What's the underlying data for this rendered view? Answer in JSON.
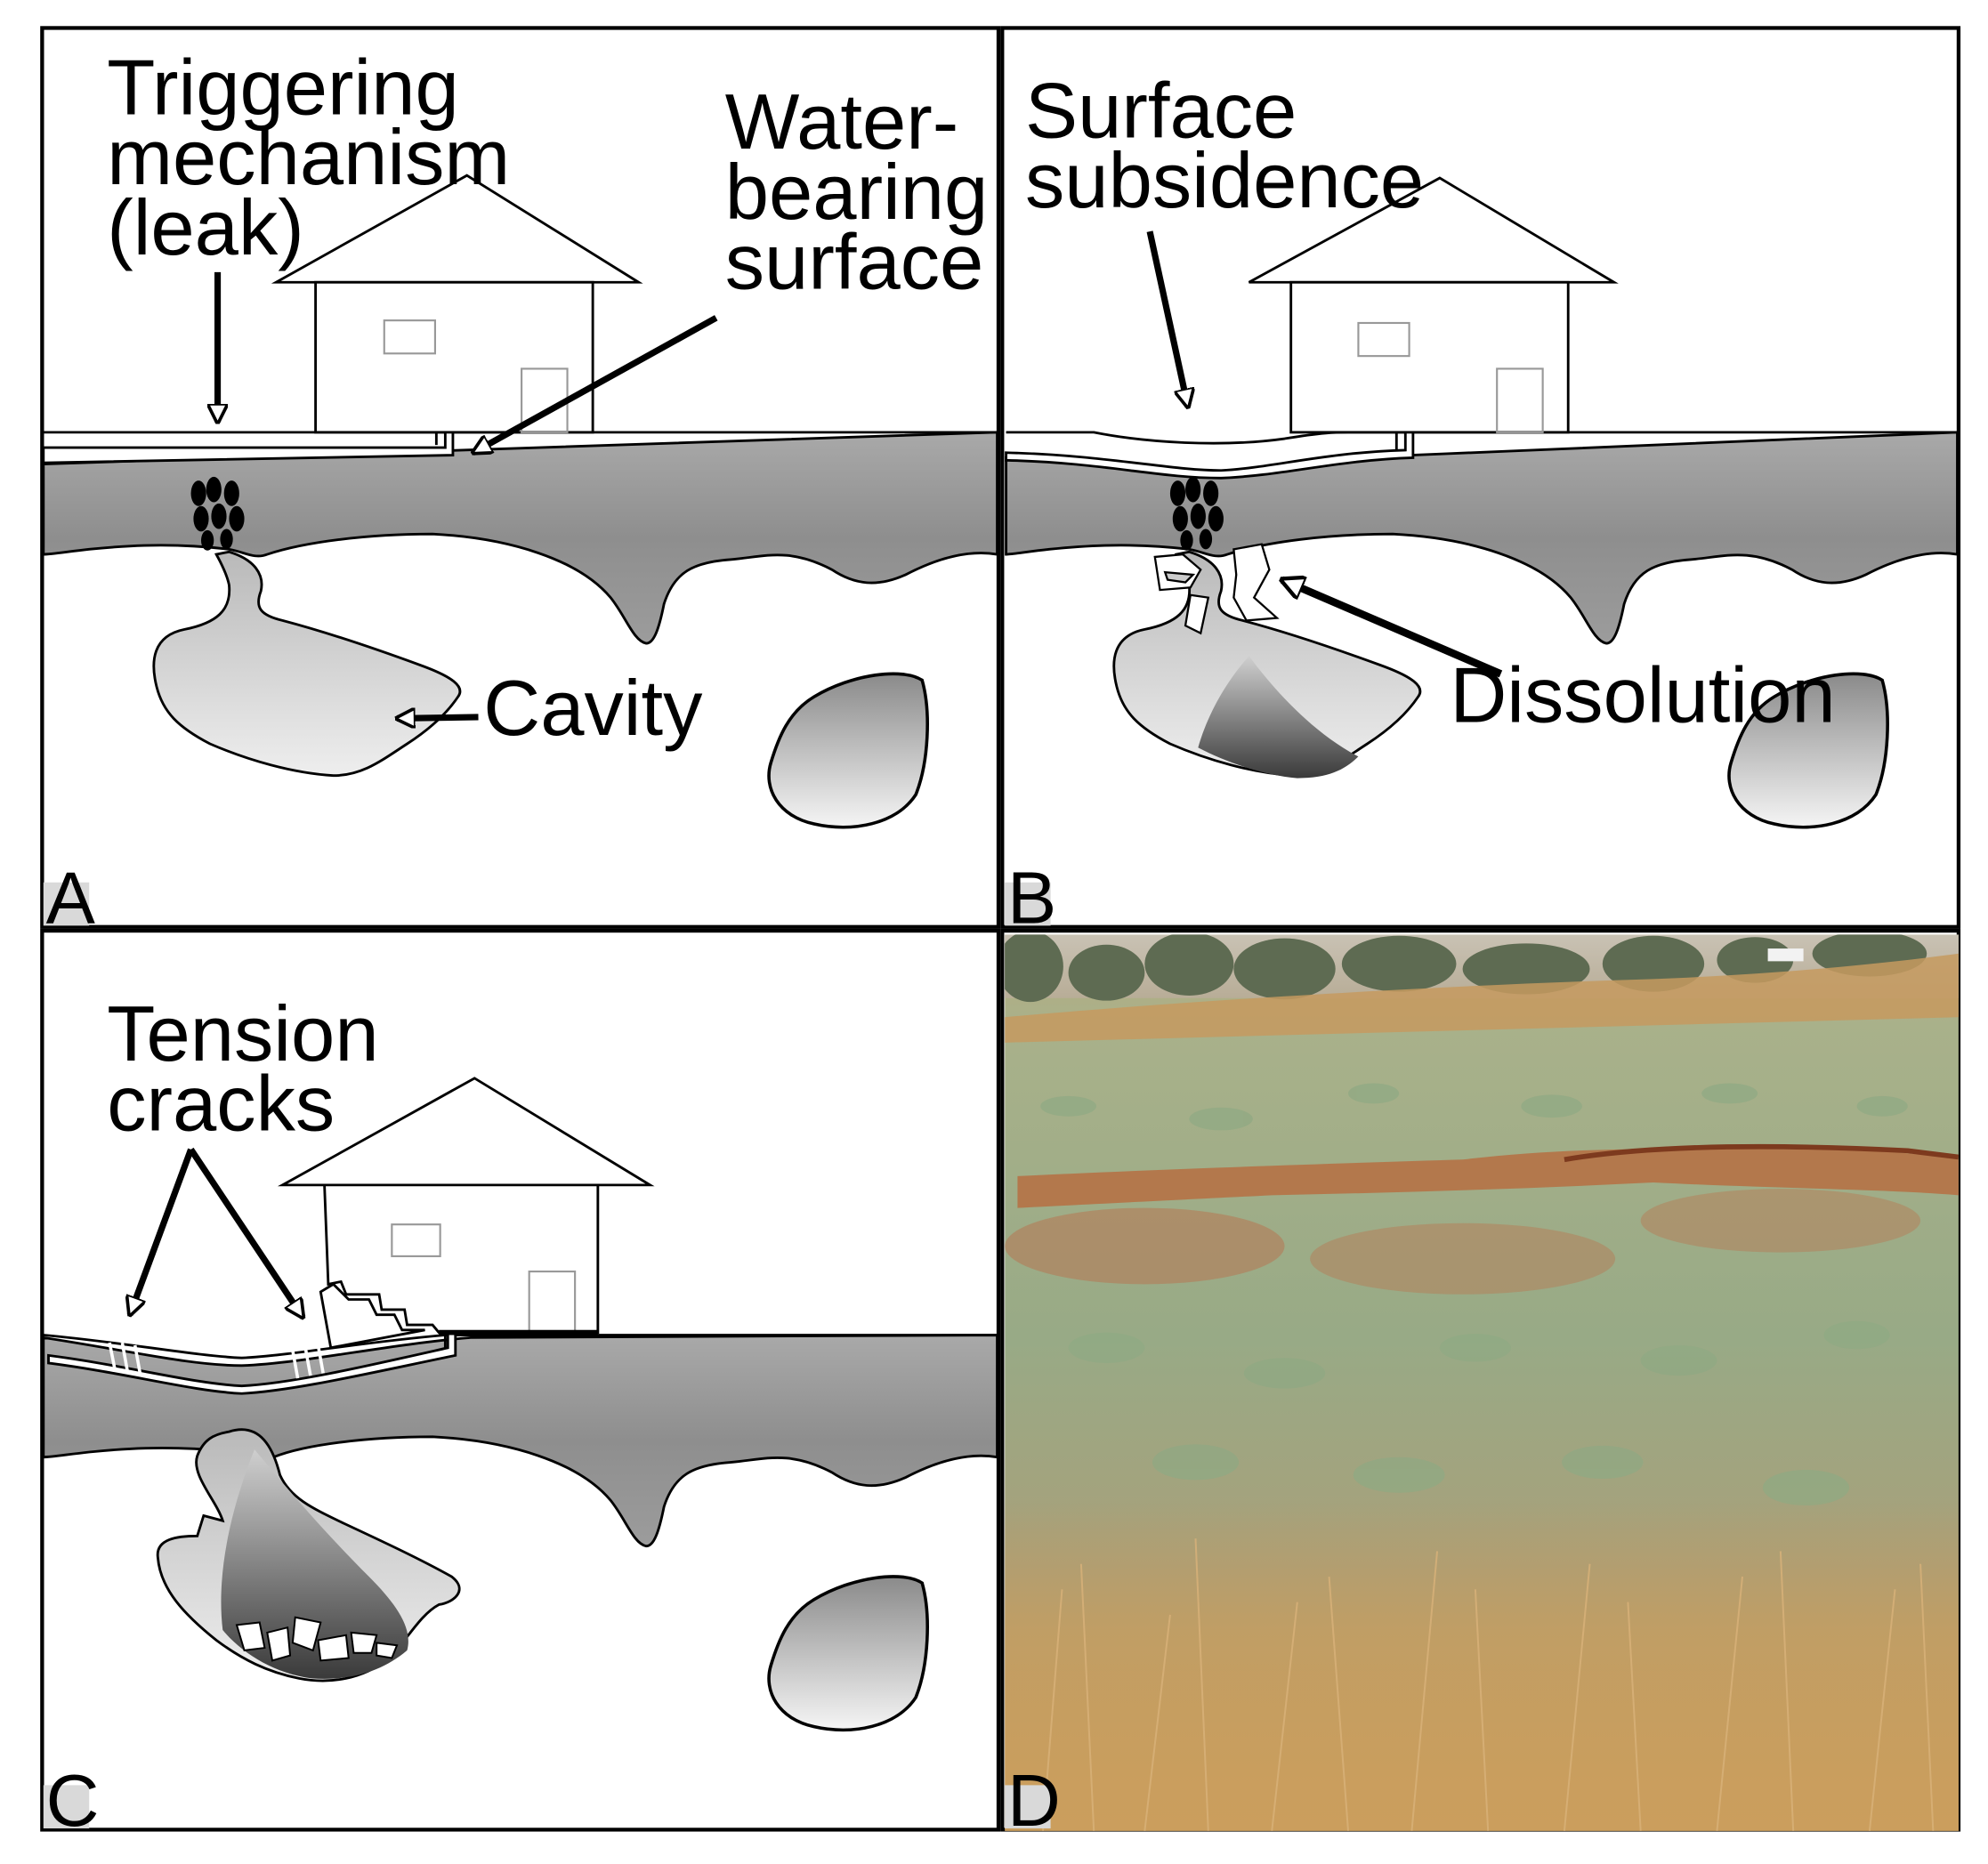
{
  "panels": [
    {
      "letter": "A",
      "labels": {
        "trigger_1": "Triggering",
        "trigger_2": "mechanism",
        "trigger_3": "(leak)",
        "water_1": "Water-",
        "water_2": "bearing",
        "water_3": "surface",
        "cavity": "Cavity"
      }
    },
    {
      "letter": "B",
      "labels": {
        "subsidence_1": "Surface",
        "subsidence_2": "subsidence",
        "dissolution": "Dissolution"
      }
    },
    {
      "letter": "C",
      "labels": {
        "tension_1": "Tension",
        "tension_2": "cracks"
      }
    },
    {
      "letter": "D",
      "photo_description": "Field photograph of grassland with a subsidence depression"
    }
  ],
  "colors": {
    "rock_dark": "#8a8a8a",
    "rock_light": "#c4c4c4",
    "cavity_light": "#e6e6e6",
    "outline": "#000000",
    "grass_green": "#8fa37d",
    "grass_tan": "#c59a5a",
    "soil_red": "#b86a3d"
  }
}
